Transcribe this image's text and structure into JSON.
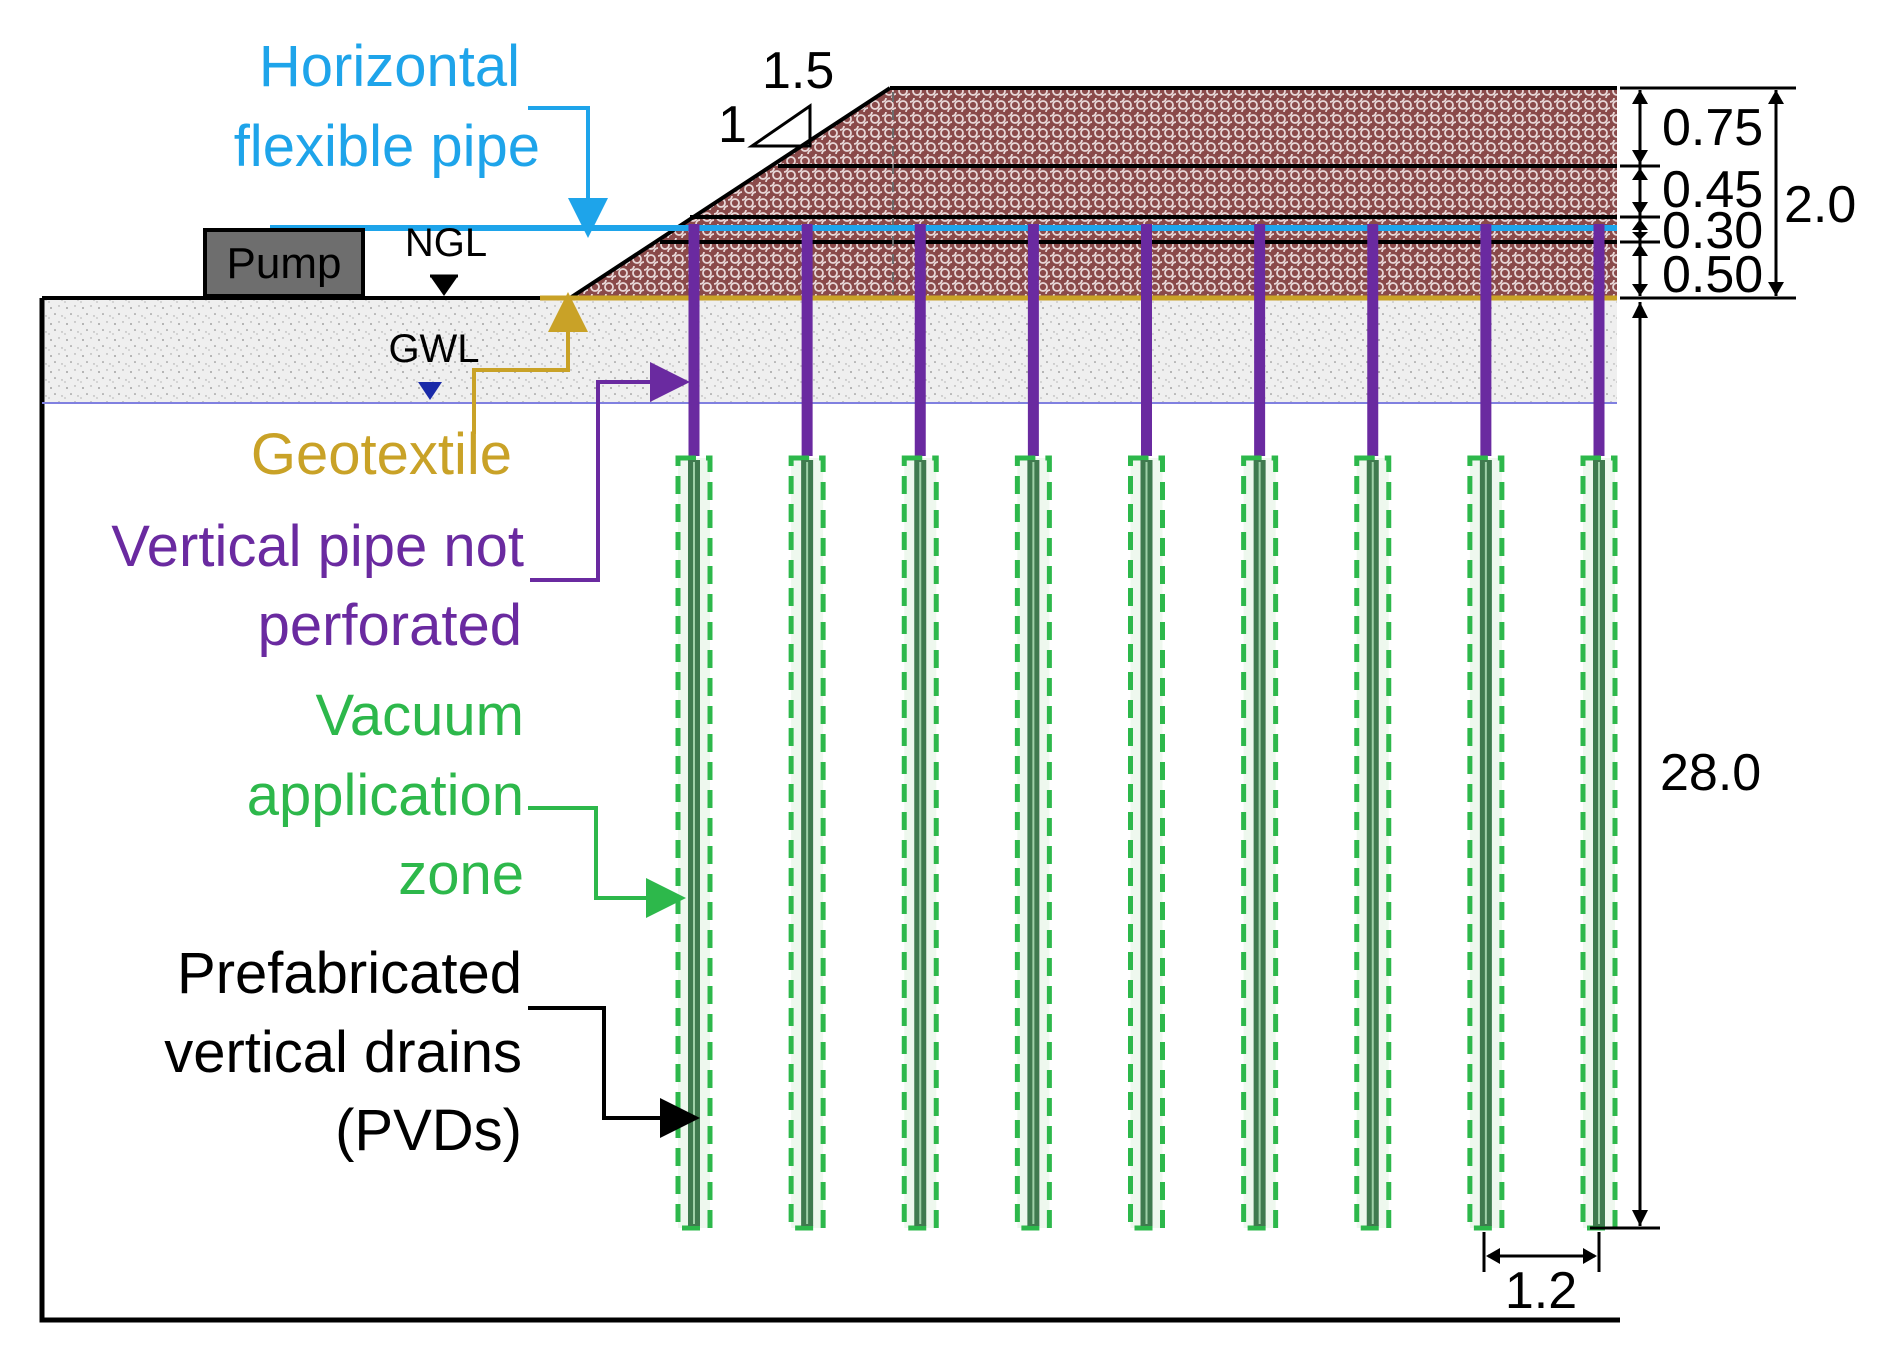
{
  "labels": {
    "horizontal_pipe_line1": "Horizontal",
    "horizontal_pipe_line2": "flexible pipe",
    "pump": "Pump",
    "ngl": "NGL",
    "gwl": "GWL",
    "geotextile": "Geotextile",
    "vertical_pipe_line1": "Vertical pipe not",
    "vertical_pipe_line2": "perforated",
    "vacuum_line1": "Vacuum",
    "vacuum_line2": "application",
    "vacuum_line3": "zone",
    "pvd_line1": "Prefabricated",
    "pvd_line2": "vertical drains",
    "pvd_line3": "(PVDs)"
  },
  "slope": {
    "horizontal": "1.5",
    "vertical": "1"
  },
  "dimensions": {
    "layers": [
      "0.75",
      "0.45",
      "0.30",
      "0.50"
    ],
    "embankment_total": "2.0",
    "pvd_depth": "28.0",
    "pvd_spacing": "1.2"
  },
  "pvd_count": 9,
  "colors": {
    "horizontal_pipe": "#1ea4ea",
    "vertical_pipe": "#6a2aa0",
    "geotextile": "#c9a227",
    "vacuum_zone": "#2db84b",
    "pvd": "#3f7a4f",
    "embankment": "#8a4a4a",
    "soil": "#ececec",
    "gwl_line": "#8080e0"
  }
}
